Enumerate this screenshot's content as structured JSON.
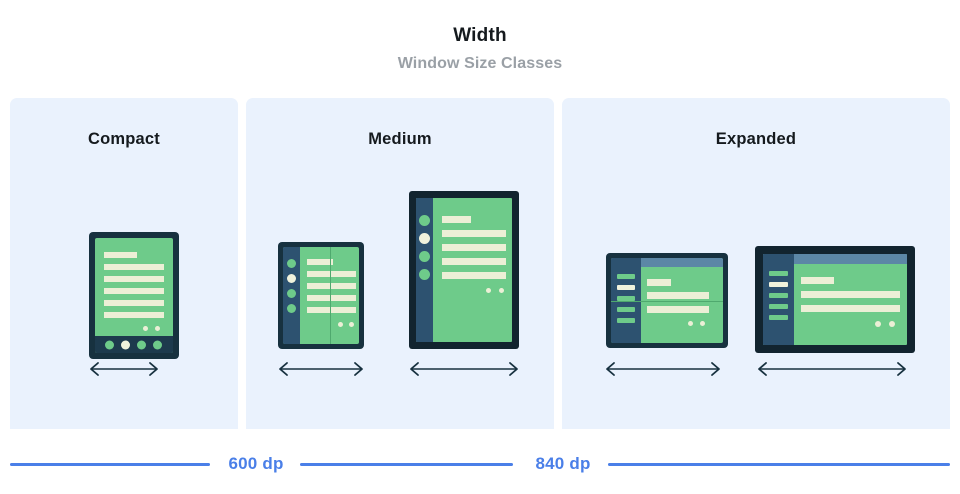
{
  "header": {
    "title": "Width",
    "subtitle": "Window Size Classes"
  },
  "colors": {
    "panel_background": "#eaf2fd",
    "page_background": "#ffffff",
    "title_text": "#151a1e",
    "subtitle_text": "#9aa0a6",
    "device_bezel": "#17313f",
    "device_bezel_thick": "#12242f",
    "screen_green": "#6ecb8a",
    "content_line_cream": "#ecefd6",
    "sidebar_blue": "#2d5270",
    "topbar_blue": "#5c87a6",
    "navbar_navy": "#1d3a4d",
    "accent_blue": "#4a7fe8",
    "fold_line": "#4fa96e",
    "arrow": "#17313f"
  },
  "panels": [
    {
      "id": "compact",
      "label": "Compact",
      "devices": [
        {
          "name": "phone-portrait",
          "type": "phone",
          "orientation": "portrait",
          "content_lines": 6,
          "dot_count": 2,
          "nav_dots": 4,
          "nav_dot_active_index": 1,
          "has_fold": false,
          "has_sidebar": false
        }
      ],
      "arrows": 1
    },
    {
      "id": "medium",
      "label": "Medium",
      "devices": [
        {
          "name": "foldable-unfolded-portrait",
          "type": "foldable",
          "orientation": "portrait",
          "content_lines": 5,
          "dot_count": 2,
          "sidebar_circles": 4,
          "sidebar_active_index": 1,
          "has_fold": true,
          "fold_direction": "vertical",
          "has_sidebar": true
        },
        {
          "name": "tablet-portrait",
          "type": "tablet",
          "orientation": "portrait",
          "content_lines": 5,
          "dot_count": 2,
          "sidebar_circles": 4,
          "sidebar_active_index": 1,
          "has_fold": false,
          "has_sidebar": true
        }
      ],
      "arrows": 2
    },
    {
      "id": "expanded",
      "label": "Expanded",
      "devices": [
        {
          "name": "foldable-unfolded-landscape",
          "type": "foldable",
          "orientation": "landscape",
          "content_lines": 3,
          "dot_count": 2,
          "sidebar_bars": 5,
          "sidebar_active_index": 1,
          "has_fold": true,
          "fold_direction": "horizontal",
          "has_sidebar": true,
          "has_topbar": true
        },
        {
          "name": "tablet-landscape",
          "type": "tablet",
          "orientation": "landscape",
          "content_lines": 3,
          "dot_count": 2,
          "sidebar_bars": 5,
          "sidebar_active_index": 1,
          "has_fold": false,
          "has_sidebar": true,
          "has_topbar": true
        }
      ],
      "arrows": 2
    }
  ],
  "breakpoints": [
    {
      "id": "bp-600",
      "label": "600 dp"
    },
    {
      "id": "bp-840",
      "label": "840 dp"
    }
  ]
}
